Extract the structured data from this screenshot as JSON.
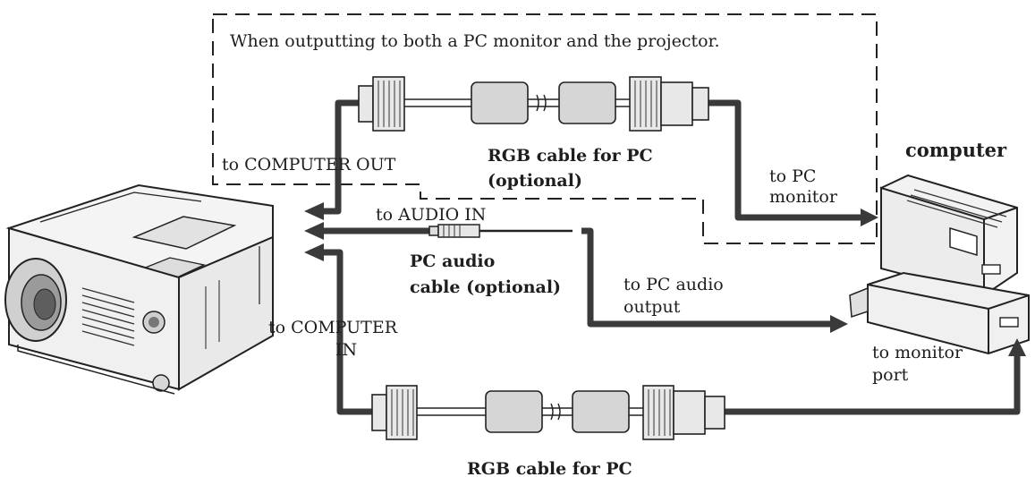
{
  "note": "When outputting to both a PC monitor and the projector.",
  "devices": {
    "computer_label": "computer"
  },
  "cables": {
    "top_rgb_line1": "RGB cable for PC",
    "top_rgb_line2": "(optional)",
    "audio_line1": "PC audio",
    "audio_line2": "cable (optional)",
    "bottom_rgb": "RGB cable for PC"
  },
  "ports": {
    "computer_out": "to COMPUTER OUT",
    "audio_in": "to AUDIO IN",
    "computer_in_line1": "to COMPUTER",
    "computer_in_line2": "IN",
    "pc_monitor_line1": "to PC",
    "pc_monitor_line2": "monitor",
    "pc_audio_out_line1": "to PC audio",
    "pc_audio_out_line2": "output",
    "monitor_port_line1": "to monitor",
    "monitor_port_line2": "port"
  }
}
